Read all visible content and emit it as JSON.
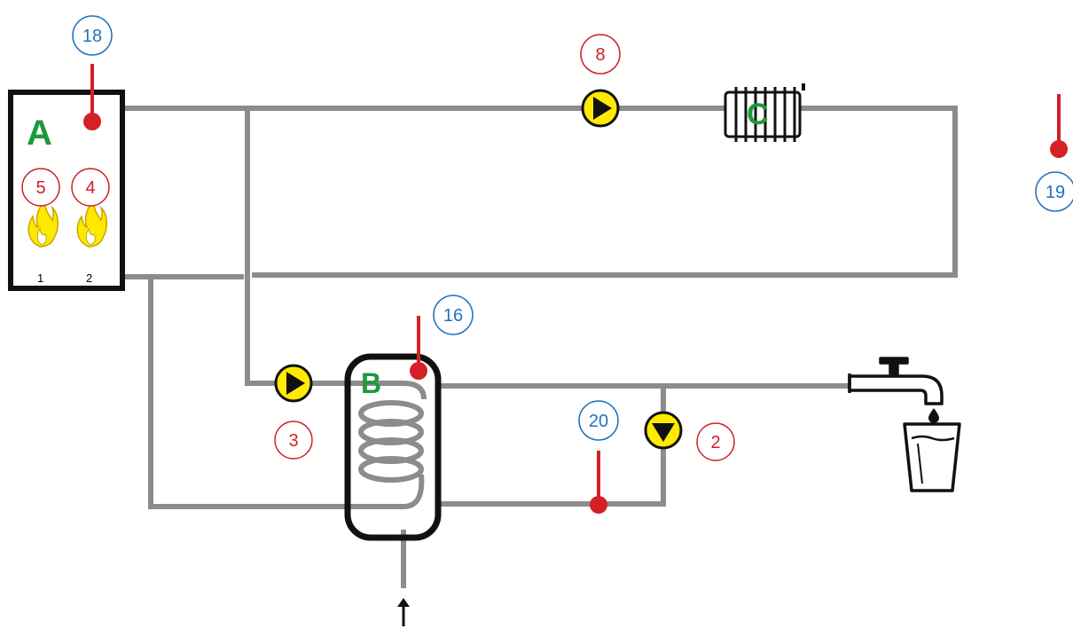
{
  "components": {
    "boiler": {
      "label": "A",
      "burner_1": "1",
      "burner_2": "2"
    },
    "tank": {
      "label": "B"
    },
    "radiator": {
      "label": "C"
    }
  },
  "markers": {
    "m18": "18",
    "m8": "8",
    "m5": "5",
    "m4": "4",
    "m19": "19",
    "m16": "16",
    "m3": "3",
    "m20": "20",
    "m2": "2"
  },
  "colors": {
    "pipe": "#8c8c8c",
    "pump_fill": "#ffea00",
    "sensor": "#d42027",
    "blue_marker": "#1e73be",
    "red_marker": "#cc2229",
    "label_green": "#1c9a3c"
  },
  "icons": [
    "flame-icon",
    "pump-icon",
    "radiator-icon",
    "tap-icon",
    "glass-icon",
    "temperature-sensor-icon",
    "coil-icon",
    "inlet-arrow-icon"
  ]
}
